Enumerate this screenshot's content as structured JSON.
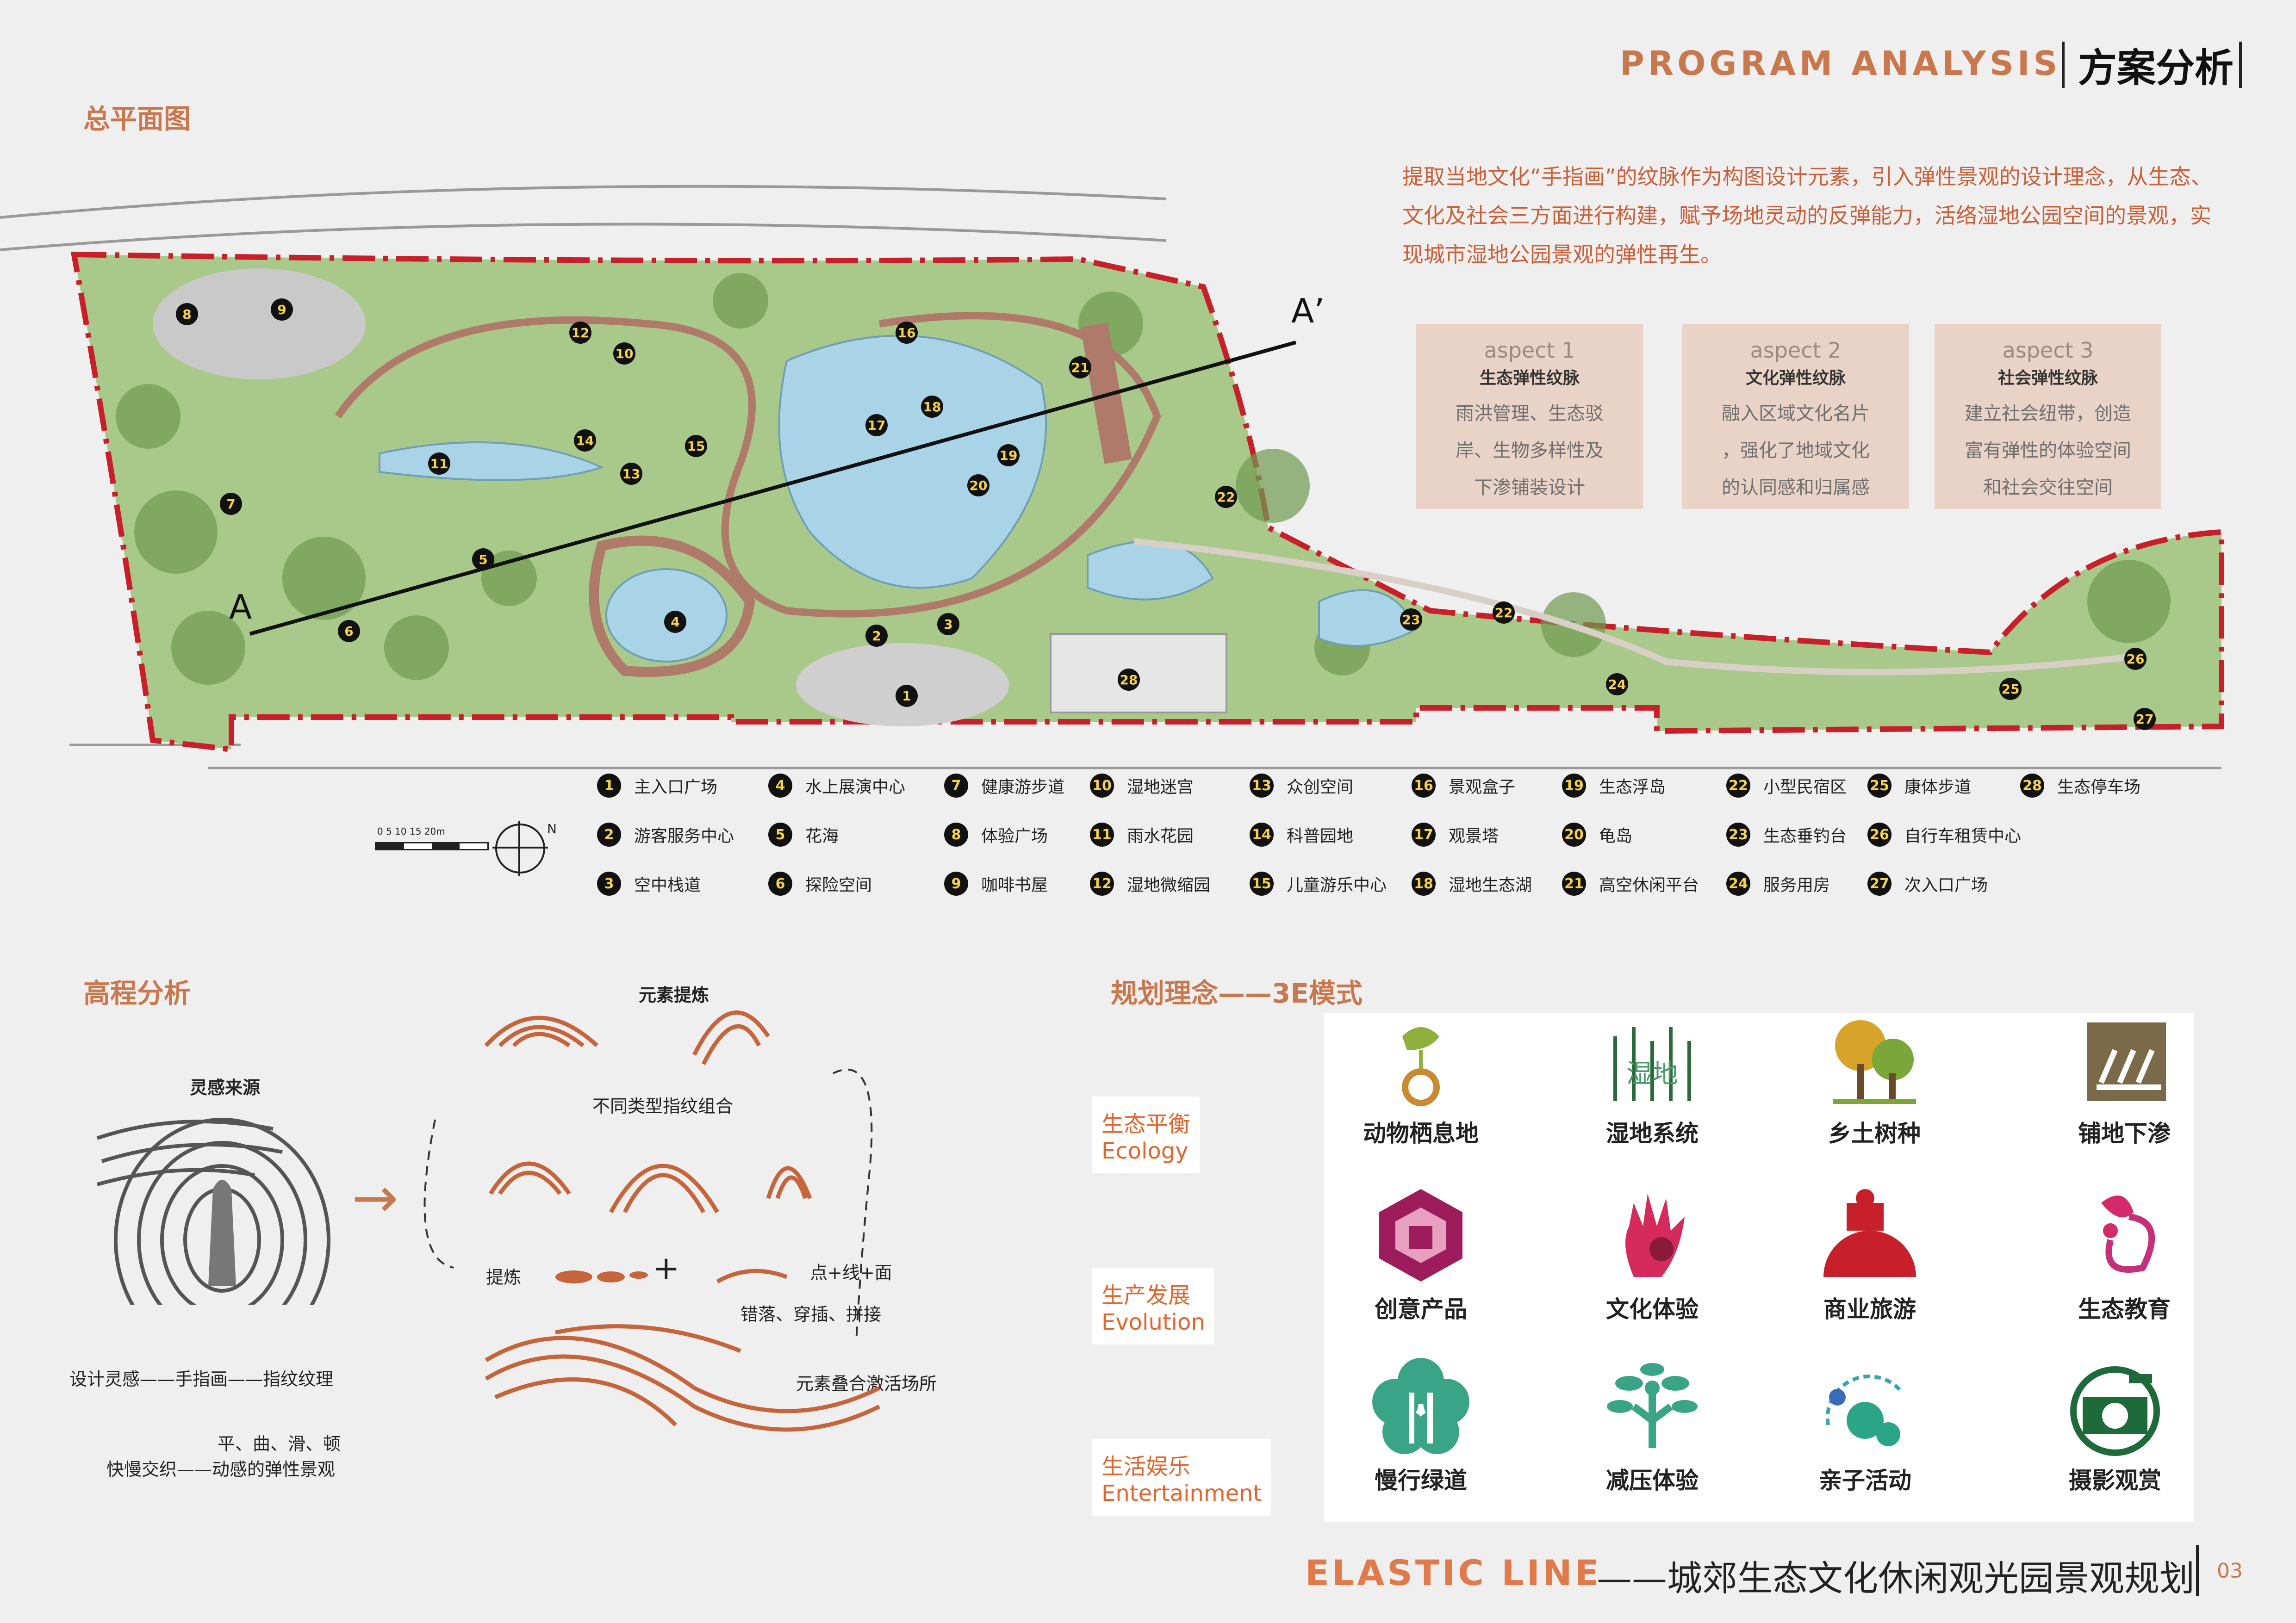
{
  "header": {
    "en": "PROGRAM ANALYSIS",
    "cn": "方案分析"
  },
  "section_titles": {
    "master_plan": "总平面图",
    "elevation": "高程分析",
    "concept": "规划理念——3E模式"
  },
  "intro": "提取当地文化“手指画”的纹脉作为构图设计元素，引入弹性景观的设计理念，从生态、文化及社会三方面进行构建，赋予场地灵动的反弹能力，活络湿地公园空间的景观，实现城市湿地公园景观的弹性再生。",
  "aspects": [
    {
      "tag": "aspect 1",
      "title": "生态弹性纹脉",
      "desc": [
        "雨洪管理、生态驳",
        "岸、生物多样性及",
        "下渗铺装设计"
      ]
    },
    {
      "tag": "aspect 2",
      "title": "文化弹性纹脉",
      "desc": [
        "融入区域文化名片",
        "，强化了地域文化",
        "的认同感和归属感"
      ]
    },
    {
      "tag": "aspect 3",
      "title": "社会弹性纹脉",
      "desc": [
        "建立社会纽带，创造",
        "富有弹性的体验空间",
        "和社会交往空间"
      ]
    }
  ],
  "section_line": {
    "a": "A",
    "a_prime": "A’"
  },
  "scale": {
    "ticks": "0  5  10   15      20m",
    "north": "N"
  },
  "legend": [
    {
      "n": "1",
      "label": "主入口广场"
    },
    {
      "n": "2",
      "label": "游客服务中心"
    },
    {
      "n": "3",
      "label": "空中栈道"
    },
    {
      "n": "4",
      "label": "水上展演中心"
    },
    {
      "n": "5",
      "label": "花海"
    },
    {
      "n": "6",
      "label": "探险空间"
    },
    {
      "n": "7",
      "label": "健康游步道"
    },
    {
      "n": "8",
      "label": "体验广场"
    },
    {
      "n": "9",
      "label": "咖啡书屋"
    },
    {
      "n": "10",
      "label": "湿地迷宫"
    },
    {
      "n": "11",
      "label": "雨水花园"
    },
    {
      "n": "12",
      "label": "湿地微缩园"
    },
    {
      "n": "13",
      "label": "众创空间"
    },
    {
      "n": "14",
      "label": "科普园地"
    },
    {
      "n": "15",
      "label": "儿童游乐中心"
    },
    {
      "n": "16",
      "label": "景观盒子"
    },
    {
      "n": "17",
      "label": "观景塔"
    },
    {
      "n": "18",
      "label": "湿地生态湖"
    },
    {
      "n": "19",
      "label": "生态浮岛"
    },
    {
      "n": "20",
      "label": "龟岛"
    },
    {
      "n": "21",
      "label": "高空休闲平台"
    },
    {
      "n": "22",
      "label": "小型民宿区"
    },
    {
      "n": "23",
      "label": "生态垂钓台"
    },
    {
      "n": "24",
      "label": "服务用房"
    },
    {
      "n": "25",
      "label": "康体步道"
    },
    {
      "n": "26",
      "label": "自行车租赁中心"
    },
    {
      "n": "27",
      "label": "次入口广场"
    },
    {
      "n": "28",
      "label": "生态停车场"
    }
  ],
  "map_markers": [
    "1",
    "2",
    "3",
    "4",
    "5",
    "6",
    "7",
    "8",
    "9",
    "10",
    "11",
    "12",
    "13",
    "14",
    "15",
    "16",
    "17",
    "18",
    "19",
    "20",
    "21",
    "22",
    "22",
    "23",
    "24",
    "25",
    "26",
    "27",
    "28"
  ],
  "elevation": {
    "source_title": "灵感来源",
    "extract_title": "元素提炼",
    "combo": "不同类型指纹组合",
    "refine": "提炼",
    "point_line": "点+线+面",
    "stagger": "错落、穿插、拼接",
    "overlay": "元素叠合激活场所",
    "inspiration": "设计灵感——手指画——指纹纹理",
    "feel1": "平、曲、滑、顿",
    "feel2": "快慢交织——动感的弹性景观",
    "arrow": "→",
    "plus": "+"
  },
  "concept": {
    "categories": [
      {
        "cn": "生态平衡",
        "en": "Ecology"
      },
      {
        "cn": "生产发展",
        "en": "Evolution"
      },
      {
        "cn": "生活娱乐",
        "en": "Entertainment"
      }
    ],
    "icons": [
      [
        "动物栖息地",
        "湿地系统",
        "乡土树种",
        "铺地下渗"
      ],
      [
        "创意产品",
        "文化体验",
        "商业旅游",
        "生态教育"
      ],
      [
        "慢行绿道",
        "减压体验",
        "亲子活动",
        "摄影观赏"
      ]
    ],
    "wetland_logo_text": "湿地"
  },
  "footer": {
    "en": "ELASTIC LINE",
    "cn": "——城郊生态文化休闲观光园景观规划",
    "page": "03"
  },
  "colors": {
    "accent": "#c9784e",
    "park_green": "#9cc27a",
    "water": "#a9d3e6",
    "boundary": "#c8202a"
  }
}
